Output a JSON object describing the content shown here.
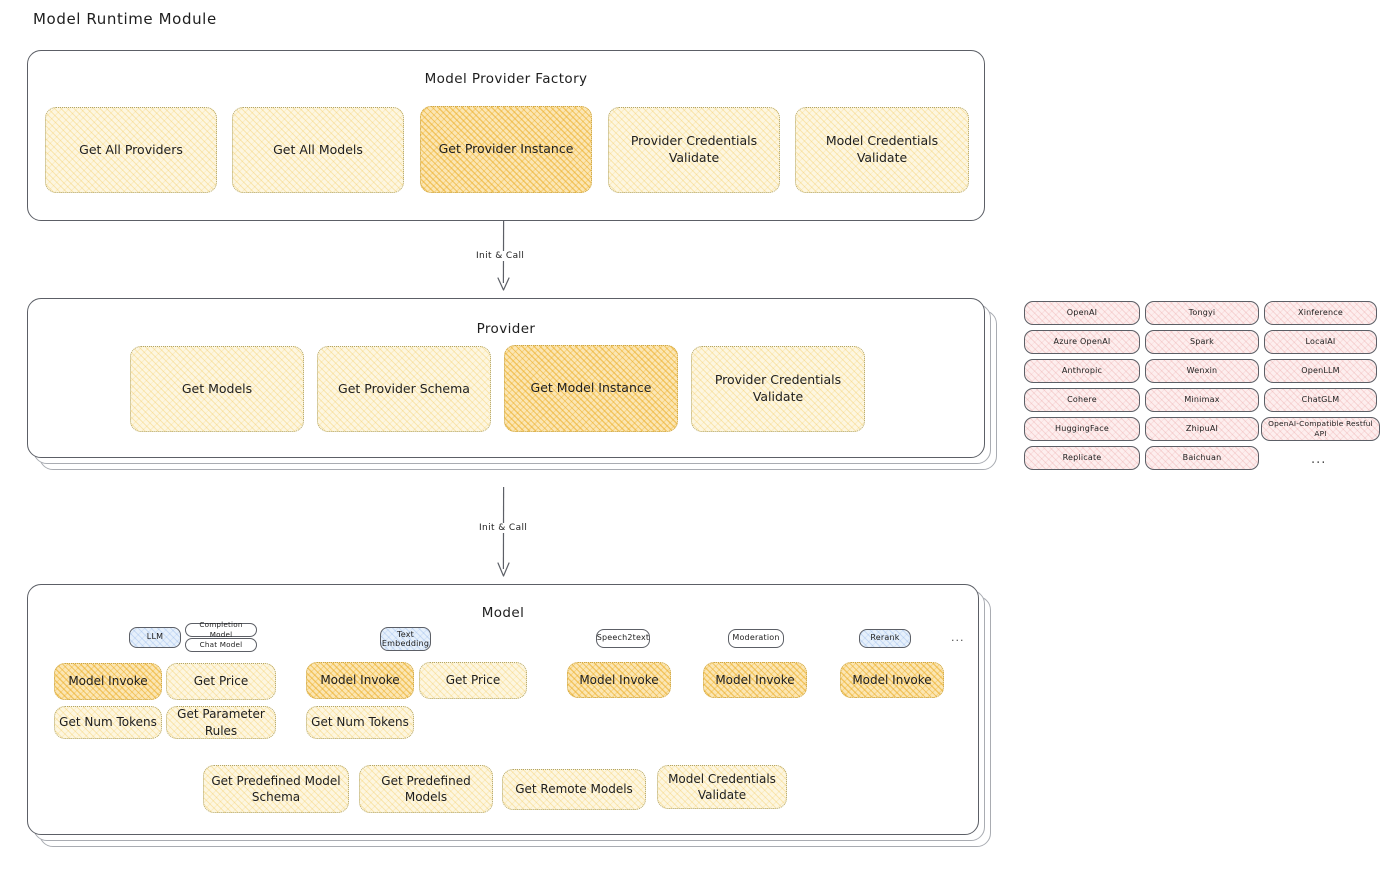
{
  "page": {
    "title": "Model Runtime Module"
  },
  "factory": {
    "title": "Model Provider Factory",
    "nodes": [
      {
        "label": "Get All Providers",
        "highlight": false
      },
      {
        "label": "Get All Models",
        "highlight": false
      },
      {
        "label": "Get Provider Instance",
        "highlight": true
      },
      {
        "label": "Provider Credentials Validate",
        "highlight": false
      },
      {
        "label": "Model Credentials Validate",
        "highlight": false
      }
    ]
  },
  "arrows": [
    {
      "label": "Init & Call"
    },
    {
      "label": "Init & Call"
    }
  ],
  "provider": {
    "title": "Provider",
    "nodes": [
      {
        "label": "Get Models",
        "highlight": false
      },
      {
        "label": "Get Provider Schema",
        "highlight": false
      },
      {
        "label": "Get Model Instance",
        "highlight": true
      },
      {
        "label": "Provider Credentials Validate",
        "highlight": false
      }
    ]
  },
  "provider_list": {
    "columns": [
      [
        "OpenAI",
        "Azure OpenAI",
        "Anthropic",
        "Cohere",
        "HuggingFace",
        "Replicate"
      ],
      [
        "Tongyi",
        "Spark",
        "Wenxin",
        "Minimax",
        "ZhipuAI",
        "Baichuan"
      ],
      [
        "Xinference",
        "LocalAI",
        "OpenLLM",
        "ChatGLM",
        "OpenAI-Compatible Restful API"
      ]
    ],
    "more": "..."
  },
  "model": {
    "title": "Model",
    "more": "...",
    "types": [
      {
        "badge": "LLM",
        "badge_style": "blue",
        "sub_badges": [
          {
            "label": "Completion Model",
            "style": "white"
          },
          {
            "label": "Chat Model",
            "style": "white"
          }
        ],
        "methods": [
          "Model Invoke",
          "Get Price",
          "Get Num Tokens",
          "Get Parameter Rules"
        ]
      },
      {
        "badge": "Text Embedding",
        "badge_style": "blue",
        "sub_badges": [],
        "methods": [
          "Model Invoke",
          "Get Price",
          "Get Num Tokens"
        ]
      },
      {
        "badge": "Speech2text",
        "badge_style": "white",
        "sub_badges": [],
        "methods": [
          "Model Invoke"
        ]
      },
      {
        "badge": "Moderation",
        "badge_style": "white",
        "sub_badges": [],
        "methods": [
          "Model Invoke"
        ]
      },
      {
        "badge": "Rerank",
        "badge_style": "blue",
        "sub_badges": [],
        "methods": [
          "Model Invoke"
        ]
      }
    ],
    "shared_methods": [
      "Get Predefined Model Schema",
      "Get Predefined Models",
      "Get Remote Models",
      "Model Credentials Validate"
    ]
  },
  "colors": {
    "stroke": "#5c5f66",
    "yellow_fill": "#fdf6e0",
    "yellow_strong_fill": "#fbe6b4",
    "pink_fill": "#fdeeee",
    "blue_fill": "#e6f0fb",
    "background": "#ffffff"
  }
}
